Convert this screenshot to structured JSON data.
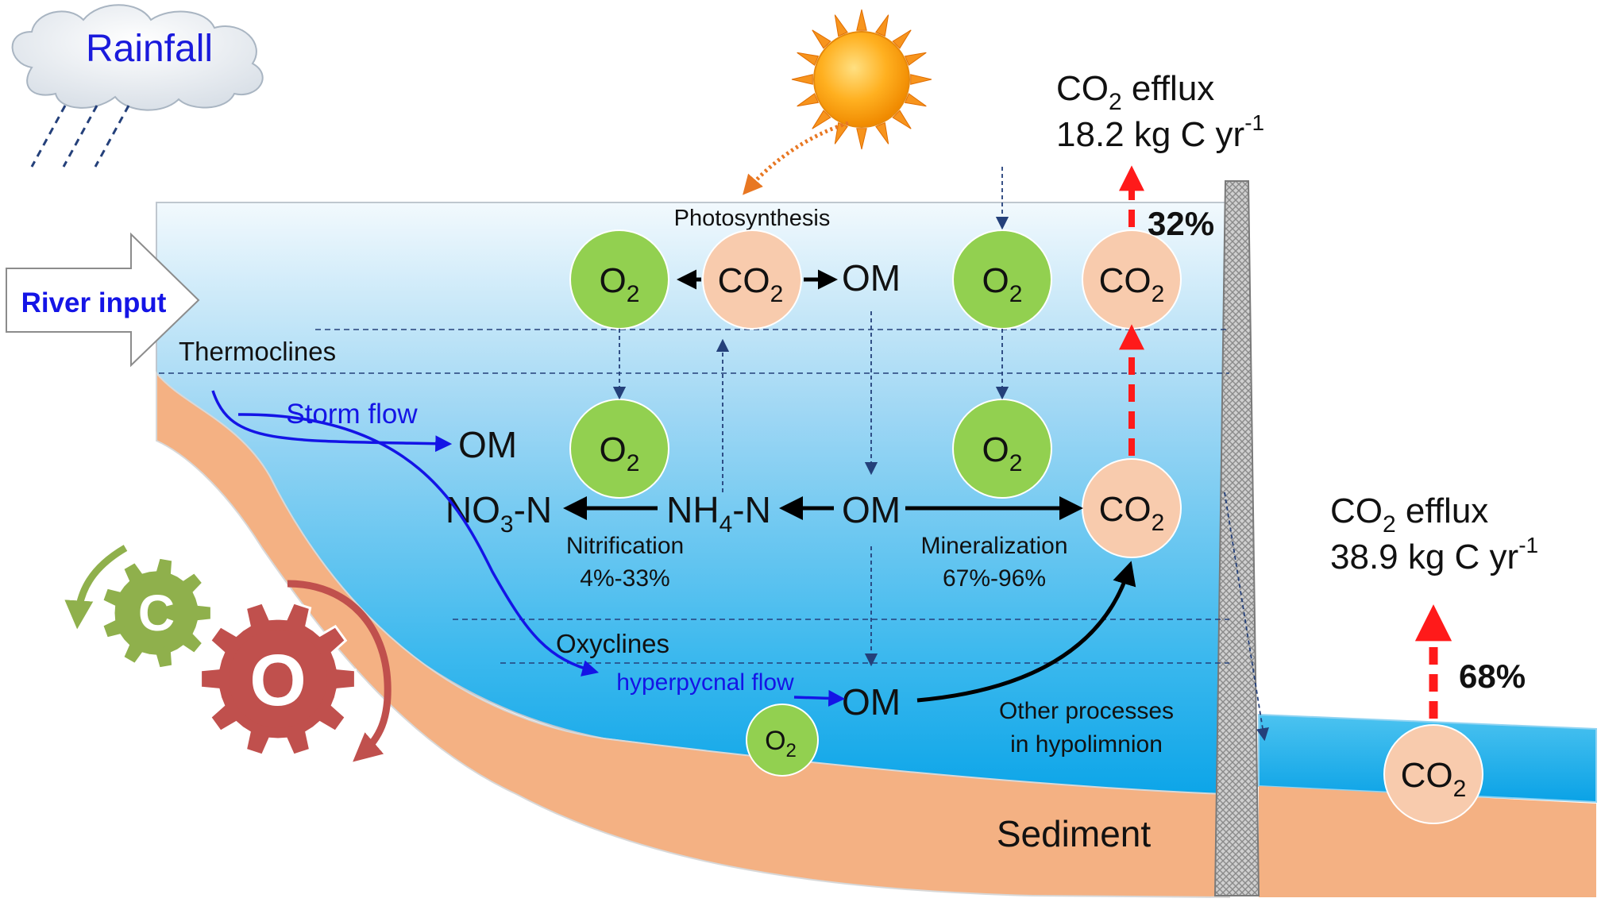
{
  "rain": {
    "label": "Rainfall"
  },
  "river": {
    "label": "River input"
  },
  "photo": {
    "label": "Photosynthesis"
  },
  "molecules": {
    "o2": "O",
    "o2_sub": "2",
    "co2": "CO",
    "co2_sub": "2",
    "om": "OM",
    "no3_a": "NO",
    "no3_sub": "3",
    "no3_b": "-N",
    "nh4_a": "NH",
    "nh4_sub": "4",
    "nh4_b": "-N"
  },
  "layers": {
    "thermo": "Thermoclines",
    "oxy": "Oxyclines",
    "sediment": "Sediment"
  },
  "flows": {
    "storm": "Storm flow",
    "hyper": "hyperpycnal flow"
  },
  "processes": {
    "nitrif": "Nitrification",
    "nitrif_pct": "4%-33%",
    "mineral": "Mineralization",
    "mineral_pct": "67%-96%",
    "other1": "Other processes",
    "other2": "in hypolimnion"
  },
  "efflux": {
    "upper_title_a": "CO",
    "upper_title_sub": "2",
    "upper_title_b": " efflux",
    "upper_value": "18.2 kg C yr",
    "upper_exp": "-1",
    "upper_pct": "32%",
    "lower_title_a": "CO",
    "lower_title_sub": "2",
    "lower_title_b": " efflux",
    "lower_value": "38.9 kg C yr",
    "lower_exp": "-1",
    "lower_pct": "68%"
  },
  "gears": {
    "c": "C",
    "o": "O"
  },
  "colors": {
    "o2_fill": "#92d050",
    "co2_fill": "#f8cbad",
    "sediment": "#f4b183",
    "water_top": "#e9f5fc",
    "water_bottom": "#0aa4e8",
    "storm": "#1414e6",
    "efflux_red": "#ff1a1a",
    "gear_c": "#8fb04c",
    "gear_o": "#c0504d"
  }
}
